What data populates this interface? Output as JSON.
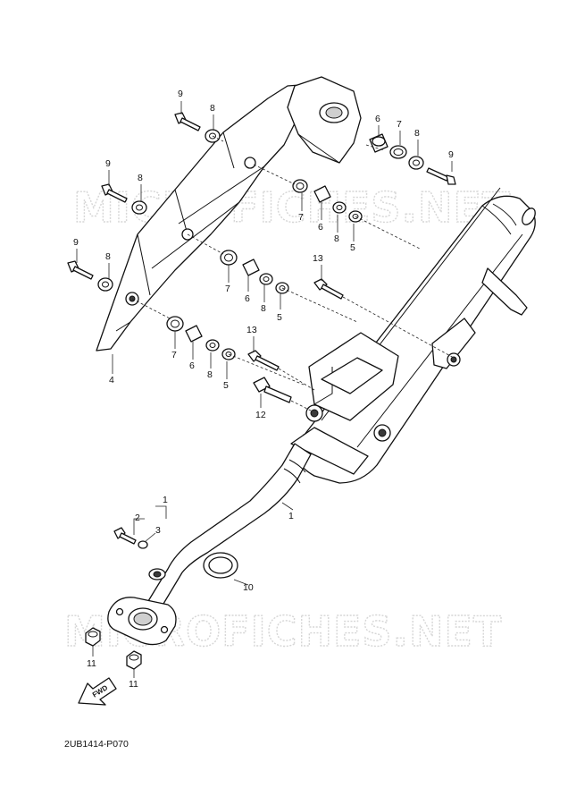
{
  "watermark": "MICROFICHES.NET",
  "diagram_code": "2UB1414-P070",
  "fwd_label": "FWD",
  "callouts": {
    "c1a": "1",
    "c1b": "1",
    "c2": "2",
    "c3": "3",
    "c4": "4",
    "c5a": "5",
    "c5b": "5",
    "c5c": "5",
    "c6a": "6",
    "c6b": "6",
    "c6c": "6",
    "c6d": "6",
    "c7a": "7",
    "c7b": "7",
    "c7c": "7",
    "c7d": "7",
    "c8a": "8",
    "c8b": "8",
    "c8c": "8",
    "c8d": "8",
    "c8e": "8",
    "c8f": "8",
    "c8g": "8",
    "c9a": "9",
    "c9b": "9",
    "c9c": "9",
    "c9d": "9",
    "c10": "10",
    "c11a": "11",
    "c11b": "11",
    "c12": "12",
    "c13a": "13",
    "c13b": "13"
  }
}
